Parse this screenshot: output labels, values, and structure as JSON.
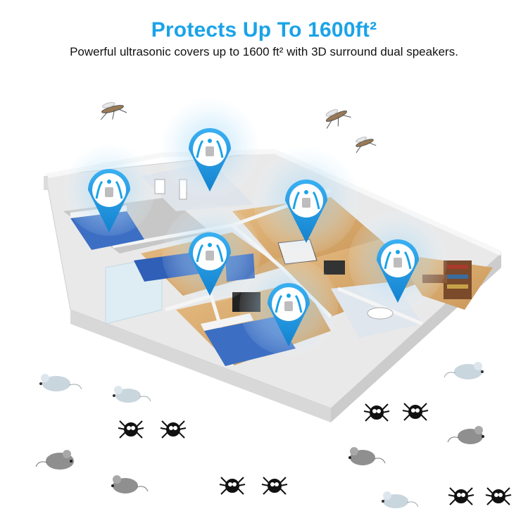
{
  "header": {
    "title": "Protects Up To 1600ft²",
    "subtitle": "Powerful ultrasonic covers up to 1600 ft² with 3D surround dual speakers."
  },
  "colors": {
    "accent": "#1aa3e8",
    "wave": "#4fb4f0",
    "floor": "#d7a96c",
    "wall": "#f2f2f2",
    "sofa": "#2f5fb7"
  },
  "icons": {
    "repeller_pin": "ultrasonic-repeller-pin",
    "mosquito": "mosquito",
    "mouse": "mouse",
    "spider": "spider"
  }
}
